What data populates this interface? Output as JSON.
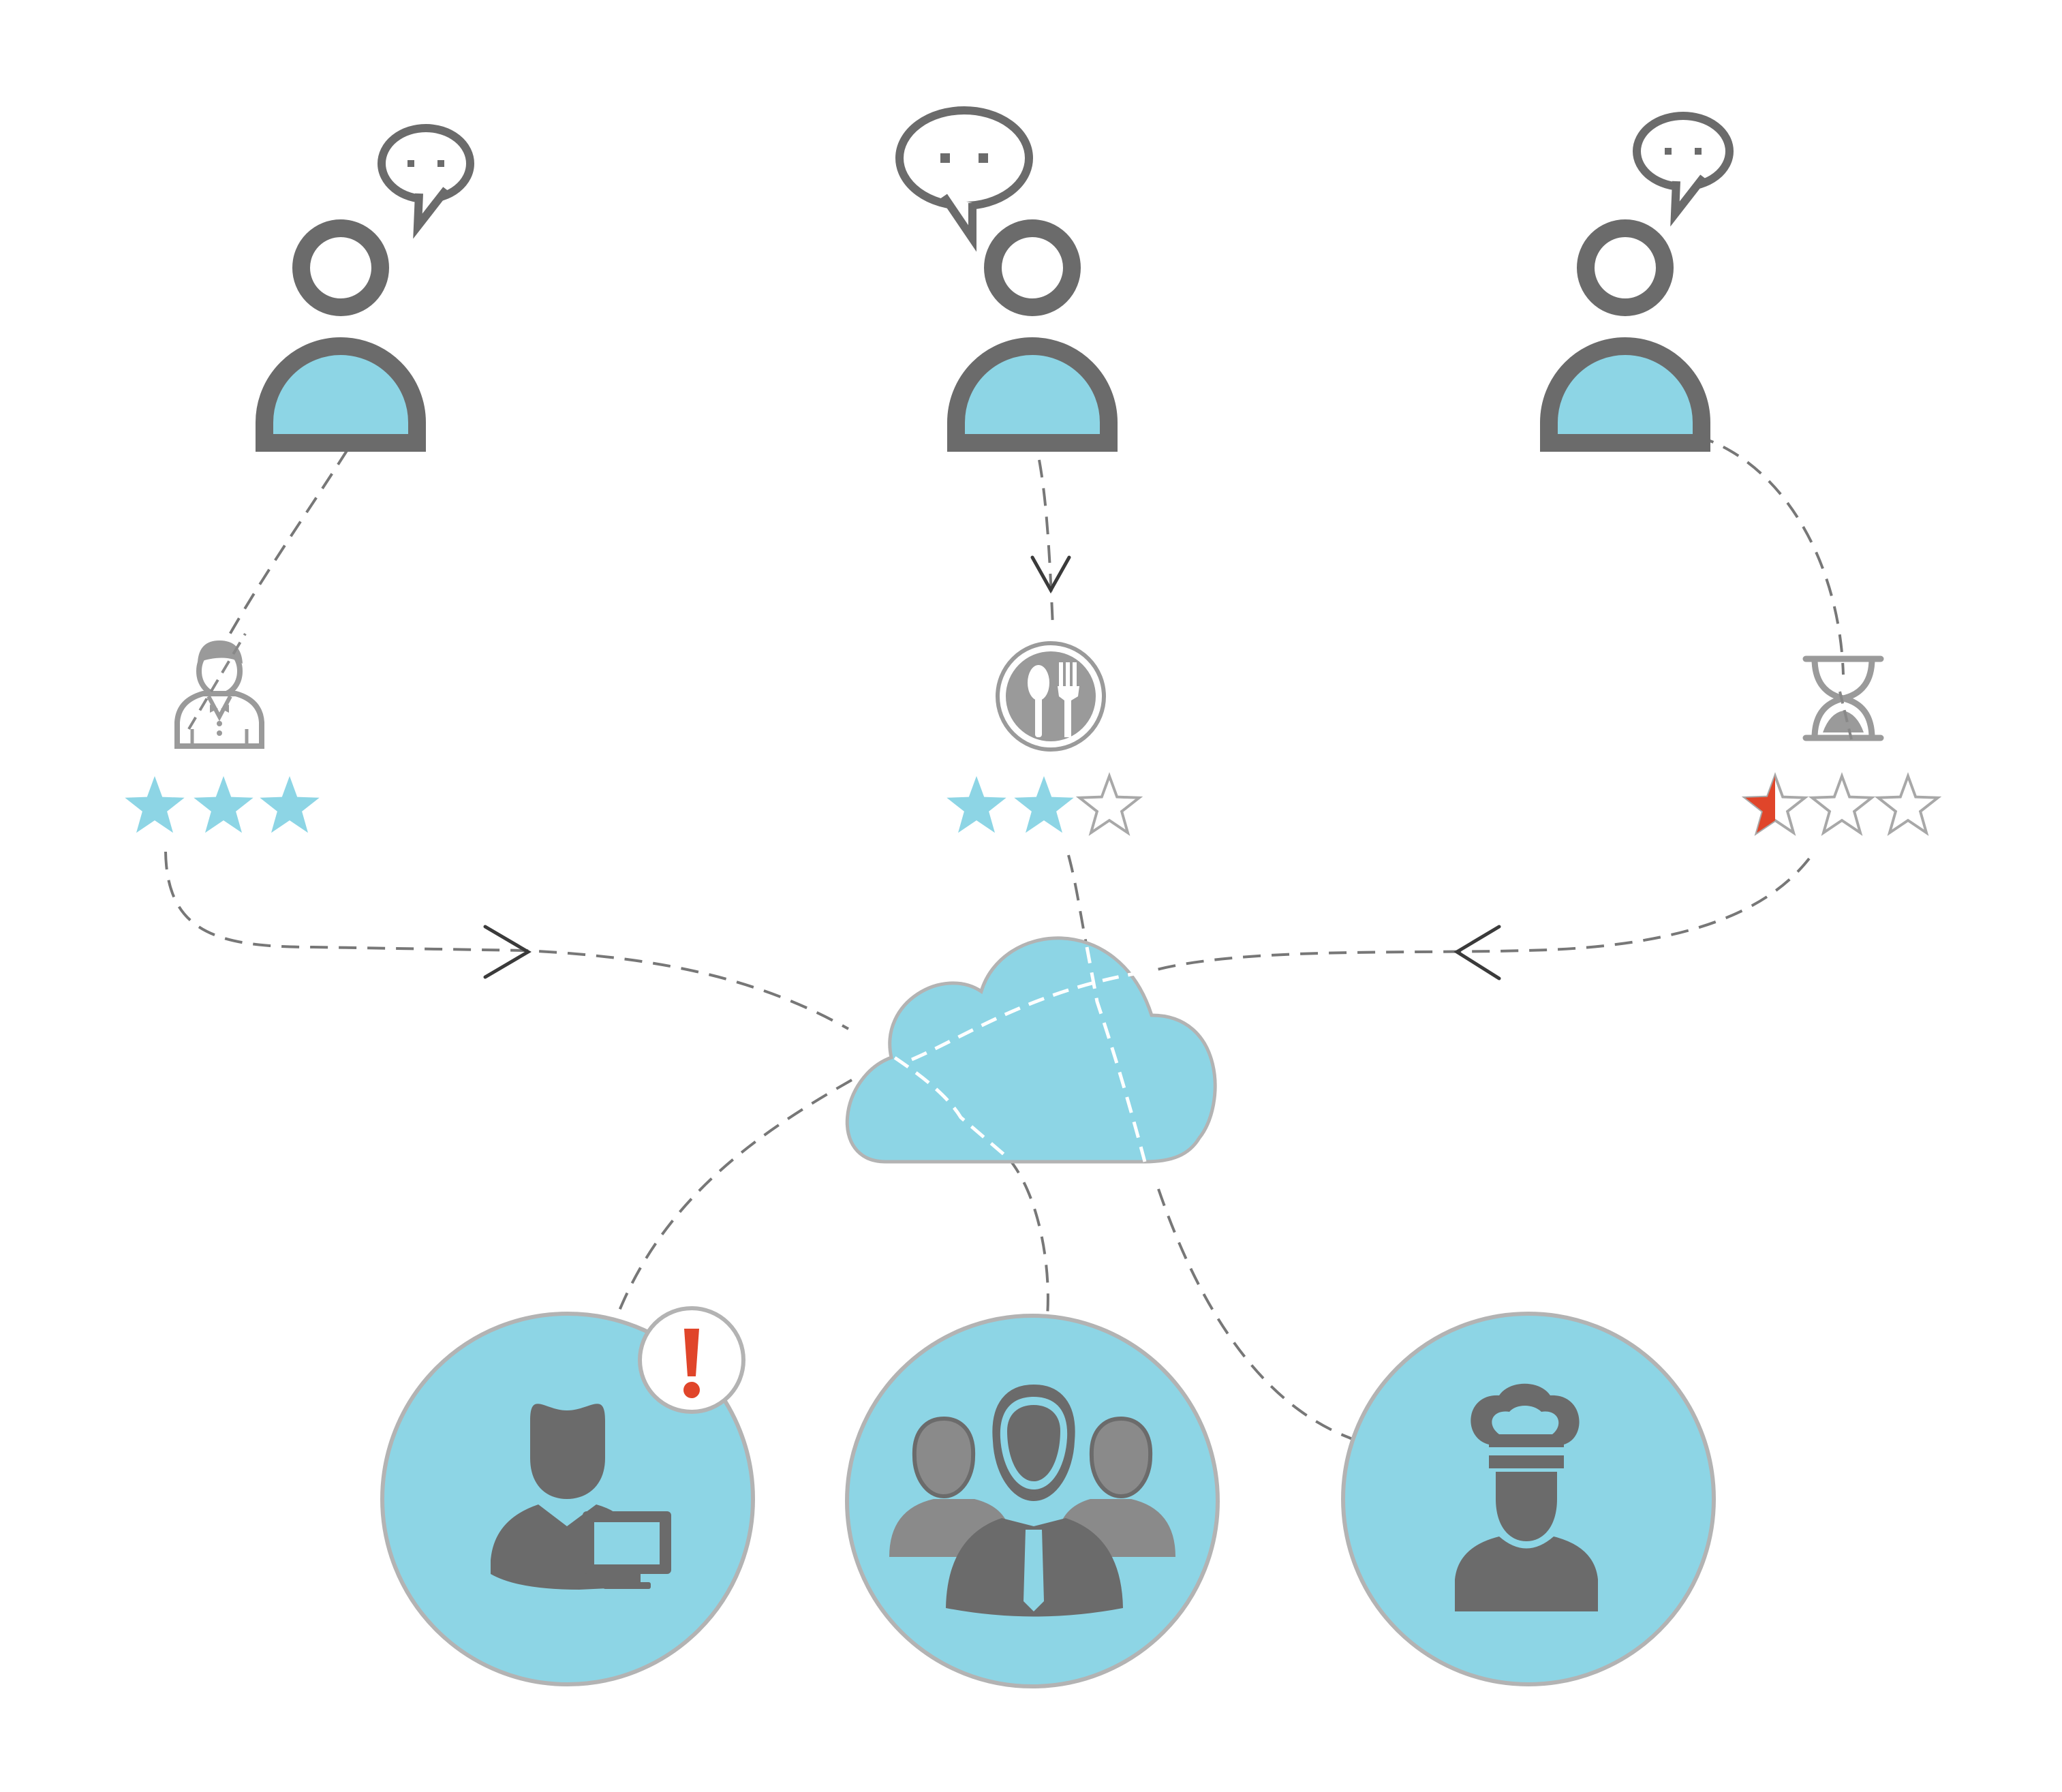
{
  "colors": {
    "background": "#ffffff",
    "icon_gray": "#6b6b6b",
    "light_gray": "#9a9a9a",
    "accent_blue": "#8dd5e5",
    "outline_gray": "#b3b3b3",
    "alert_red": "#e0452a",
    "star_empty_stroke": "#a8a8a8"
  },
  "customers": [
    {
      "id": "left",
      "speech_bubble": "small",
      "feedback_icon": "waiter-icon",
      "rating": 3,
      "max_rating": 3
    },
    {
      "id": "center",
      "speech_bubble": "large",
      "feedback_icon": "plate-cutlery-icon",
      "rating": 2,
      "max_rating": 3
    },
    {
      "id": "right",
      "speech_bubble": "small",
      "feedback_icon": "hourglass-icon",
      "rating": 0.5,
      "max_rating": 3
    }
  ],
  "hub": {
    "icon": "cloud-icon"
  },
  "staff": [
    {
      "id": "manager",
      "icon": "person-computer-icon",
      "alert_icon": "exclamation-icon"
    },
    {
      "id": "team",
      "icon": "team-icon"
    },
    {
      "id": "chef",
      "icon": "chef-icon"
    }
  ]
}
